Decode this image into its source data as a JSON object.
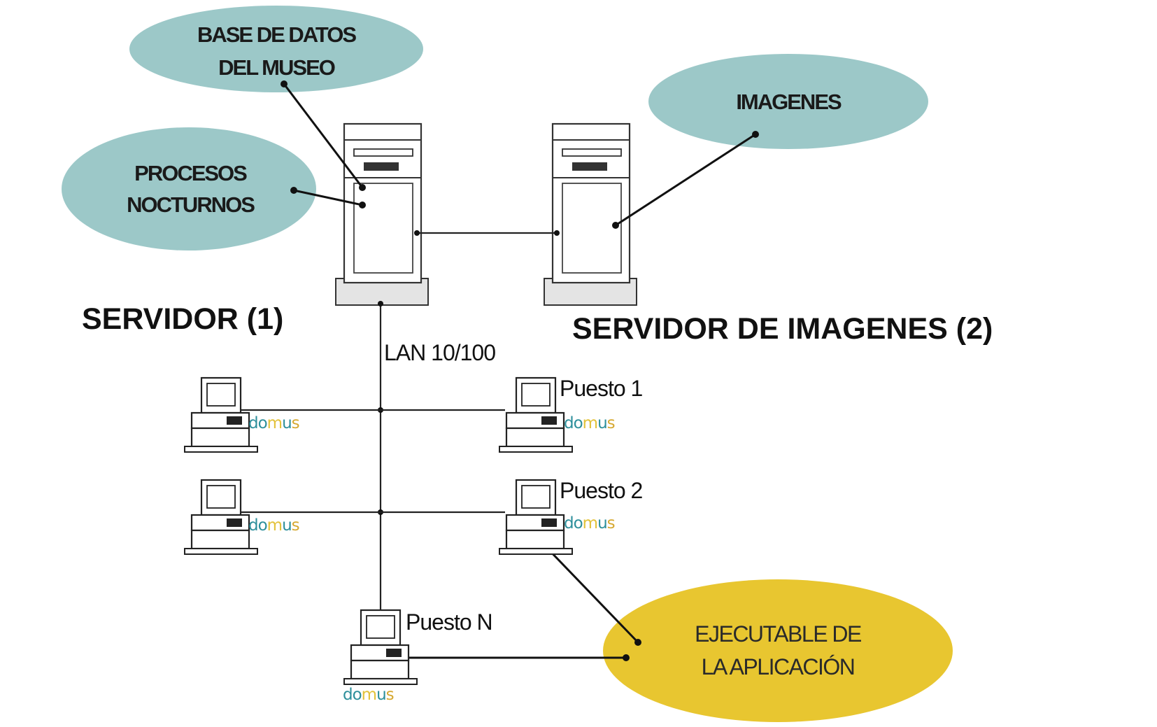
{
  "bubbles": {
    "database": [
      "BASE DE DATOS",
      "DEL MUSEO"
    ],
    "night_processes": [
      "PROCESOS",
      "NOCTURNOS"
    ],
    "images": [
      "IMAGENES"
    ],
    "executable": [
      "EJECUTABLE DE",
      "LA  APLICACIÓN"
    ]
  },
  "servers": {
    "main": "SERVIDOR (1)",
    "images": "SERVIDOR DE IMAGENES (2)"
  },
  "network": {
    "lan": "LAN 10/100"
  },
  "workstations": {
    "puesto_1": "Puesto 1",
    "puesto_2": "Puesto 2",
    "puesto_n": "Puesto N"
  },
  "logo": {
    "parts": [
      "do",
      "m",
      "u",
      "s"
    ]
  },
  "colors": {
    "bubble_teal": "#9cc8c8",
    "bubble_yellow": "#e8c630",
    "logo_do": "#2d8f9b",
    "logo_m": "#e3c23a",
    "logo_u": "#2d8f9b",
    "logo_s": "#d6a830"
  }
}
